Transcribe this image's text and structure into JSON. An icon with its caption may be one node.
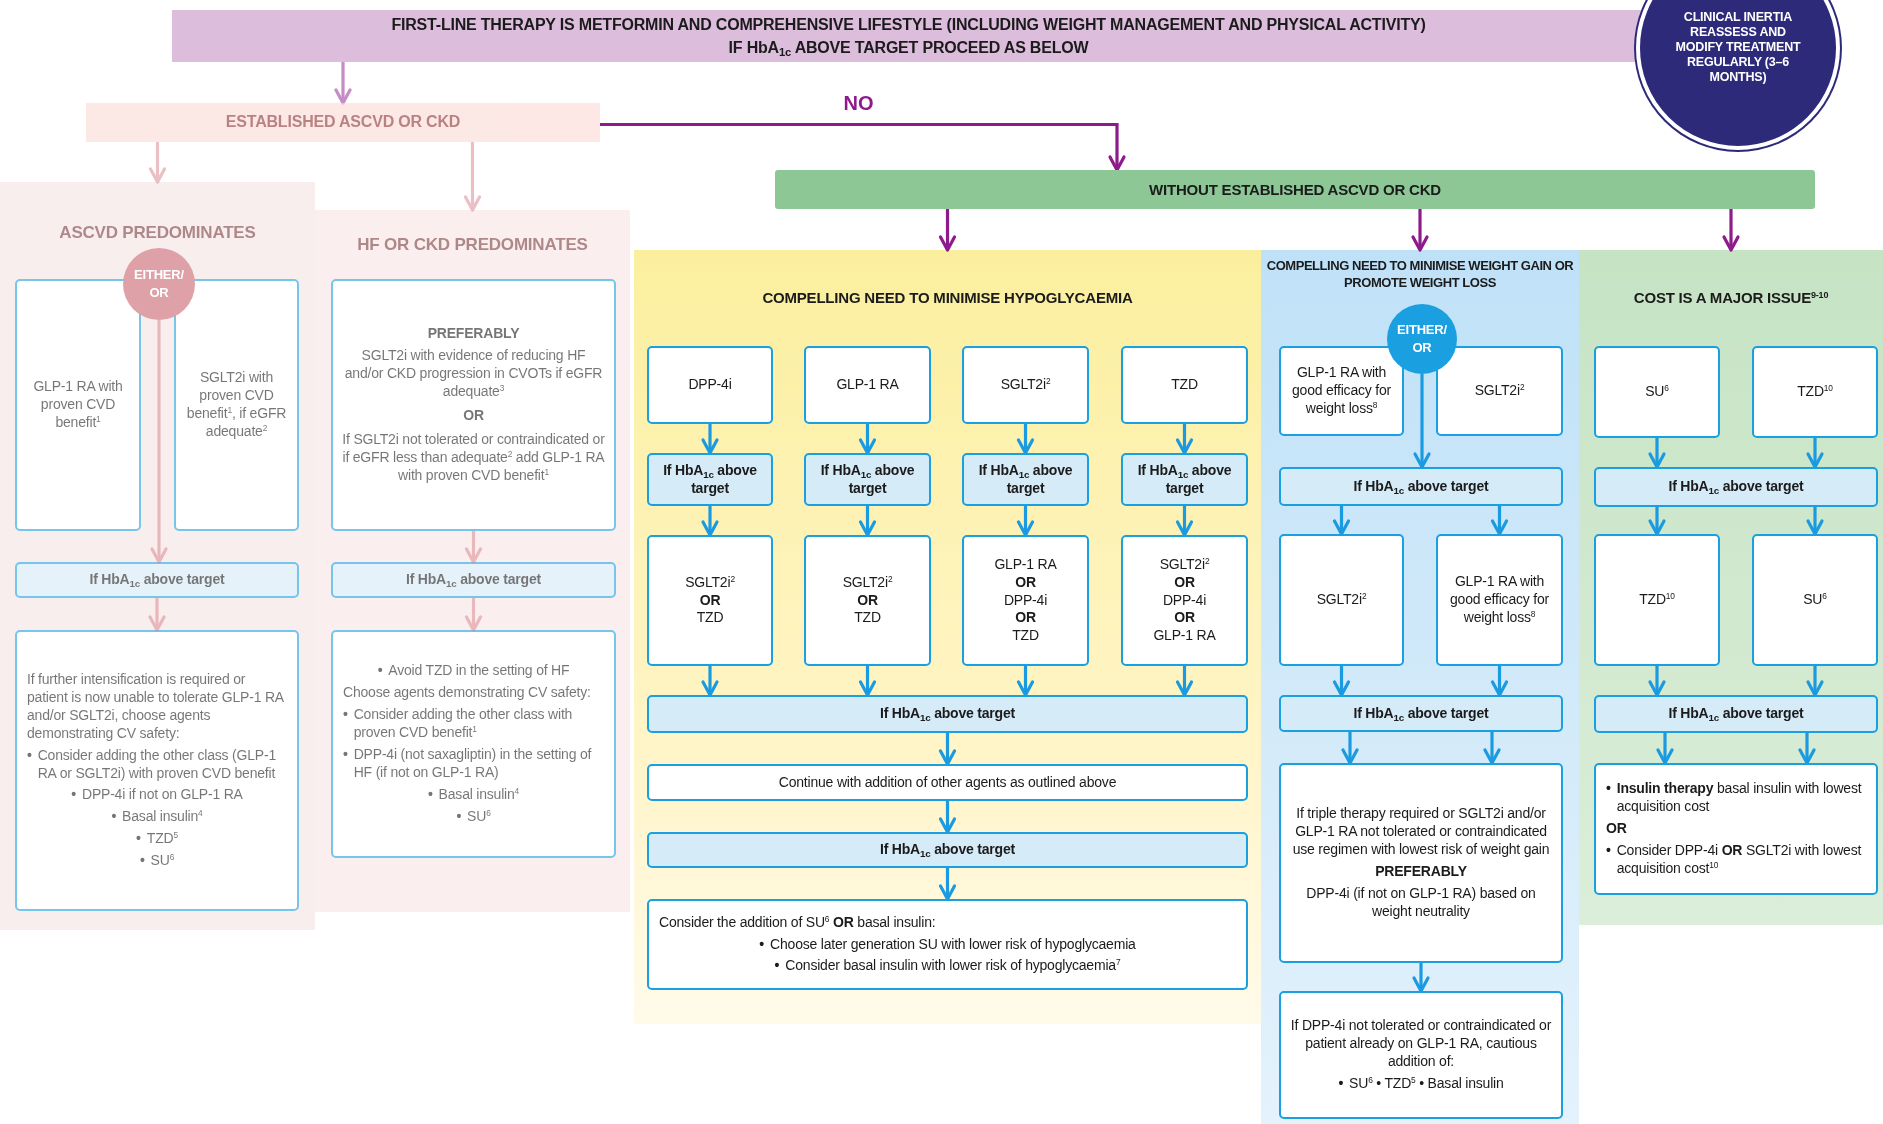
{
  "diagram": {
    "nodes": [
      {
        "text": [
          "FIRST-LINE THERAPY IS METFORMIN AND COMPREHENSIVE LIFESTYLE (INCLUDING WEIGHT MANAGEMENT AND PHYSICAL ACTIVITY)",
          "IF HbA$_{1c}$ ABOVE TARGET PROCEED AS BELOW"
        ]
      },
      {
        "text": [
          "CLINICAL INERTIA REASSESS AND MODIFY TREATMENT REGULARLY (3–6 MONTHS)"
        ]
      },
      {
        "text": [
          "ESTABLISHED ASCVD OR CKD"
        ]
      },
      {
        "text": [
          "ASCVD PREDOMINATES"
        ]
      },
      {
        "text": [
          "EITHER/ OR"
        ],
        "in": 3
      },
      {
        "text": [
          "GLP-1 RA with proven CVD benefit$^{1}$"
        ],
        "in": 3
      },
      {
        "text": [
          "SGLT2i with proven CVD benefit$^{1}$, if eGFR adequate$^{2}$"
        ],
        "in": 3
      },
      {
        "text": [
          "If HbA$_{1c}$ above target"
        ],
        "in": 3
      },
      {
        "text": [
          "If further intensification is required or patient is now unable to tolerate GLP-1 RA and/or SGLT2i, choose agents demonstrating CV safety:",
          "• Consider adding the other class (GLP-1 RA or SGLT2i) with proven CVD benefit",
          "• DPP-4i if not on GLP-1 RA",
          "• Basal insulin$^{4}$",
          "• TZD$^{5}$",
          "• SU$^{6}$"
        ],
        "in": 3
      },
      {
        "text": [
          "HF OR CKD PREDOMINATES"
        ]
      },
      {
        "text": [
          "PREFERABLY",
          "SGLT2i with evidence of reducing HF and/or CKD progression in CVOTs if eGFR adequate$^{3}$",
          "OR",
          "If SGLT2i not tolerated or contraindicated or if eGFR less than adequate$^{2}$ add GLP-1 RA with proven CVD benefit$^{1}$"
        ],
        "in": 9
      },
      {
        "text": [
          "If HbA$_{1c}$ above target"
        ],
        "in": 9
      },
      {
        "text": [
          "• Avoid TZD in the setting of HF",
          "Choose agents demonstrating CV safety:",
          "• Consider adding the other class with proven CVD benefit$^{1}$",
          "• DPP-4i (not saxagliptin) in the setting of HF (if not on GLP-1 RA)",
          "• Basal insulin$^{4}$",
          "• SU$^{6}$"
        ],
        "in": 9
      },
      {
        "text": [
          "WITHOUT ESTABLISHED ASCVD OR CKD"
        ]
      },
      {
        "text": [
          "COMPELLING NEED TO MINIMISE HYPOGLYCAEMIA"
        ]
      },
      {
        "text": [
          "DPP-4i"
        ],
        "in": 14
      },
      {
        "text": [
          "GLP-1 RA"
        ],
        "in": 14
      },
      {
        "text": [
          "SGLT2i$^{2}$"
        ],
        "in": 14
      },
      {
        "text": [
          "TZD"
        ],
        "in": 14
      },
      {
        "text": [
          "If HbA$_{1c}$ above target"
        ],
        "in": 14
      },
      {
        "text": [
          "If HbA$_{1c}$ above target"
        ],
        "in": 14
      },
      {
        "text": [
          "If HbA$_{1c}$ above target"
        ],
        "in": 14
      },
      {
        "text": [
          "If HbA$_{1c}$ above target"
        ],
        "in": 14
      },
      {
        "text": [
          "SGLT2i$^{2}$ **OR** TZD"
        ],
        "in": 14
      },
      {
        "text": [
          "SGLT2i$^{2}$ **OR** TZD"
        ],
        "in": 14
      },
      {
        "text": [
          "GLP-1 RA **OR** DPP-4i **OR** TZD"
        ],
        "in": 14
      },
      {
        "text": [
          "SGLT2i$^{2}$ **OR** DPP-4i **OR** GLP-1 RA"
        ],
        "in": 14
      },
      {
        "text": [
          "If HbA$_{1c}$ above target"
        ],
        "in": 14
      },
      {
        "text": [
          "Continue with addition of other agents as outlined above"
        ],
        "in": 14
      },
      {
        "text": [
          "If HbA$_{1c}$ above target"
        ],
        "in": 14
      },
      {
        "text": [
          "Consider the addition of SU$^{6}$ **OR** basal insulin:",
          "• Choose later generation SU with lower risk of hypoglycaemia",
          "• Consider basal insulin with lower risk of hypoglycaemia$^{7}$"
        ],
        "in": 14
      },
      {
        "text": [
          "COMPELLING NEED TO MINIMISE WEIGHT GAIN OR PROMOTE WEIGHT LOSS"
        ]
      },
      {
        "text": [
          "EITHER/ OR"
        ],
        "in": 31
      },
      {
        "text": [
          "GLP-1 RA with good efficacy for weight loss$^{8}$"
        ],
        "in": 31
      },
      {
        "text": [
          "SGLT2i$^{2}$"
        ],
        "in": 31
      },
      {
        "text": [
          "If HbA$_{1c}$ above target"
        ],
        "in": 31
      },
      {
        "text": [
          "SGLT2i$^{2}$"
        ],
        "in": 31
      },
      {
        "text": [
          "GLP-1 RA with good efficacy for weight loss$^{8}$"
        ],
        "in": 31
      },
      {
        "text": [
          "If HbA$_{1c}$ above target"
        ],
        "in": 31
      },
      {
        "text": [
          "If triple therapy required or SGLT2i and/or GLP-1 RA not tolerated or contraindicated use regimen with lowest risk of weight gain",
          "PREFERABLY",
          "DPP-4i (if not on GLP-1 RA) based on weight neutrality"
        ],
        "in": 31
      },
      {
        "text": [
          "If DPP-4i not tolerated or contraindicated or patient already on GLP-1 RA, cautious addition of:",
          "• SU$^{6}$ • TZD$^{5}$ • Basal insulin"
        ],
        "in": 31
      },
      {
        "text": [
          "COST IS A MAJOR ISSUE$^{9-10}$"
        ]
      },
      {
        "text": [
          "SU$^{6}$"
        ],
        "in": 41
      },
      {
        "text": [
          "TZD$^{10}$"
        ],
        "in": 41
      },
      {
        "text": [
          "If HbA$_{1c}$ above target"
        ],
        "in": 41
      },
      {
        "text": [
          "TZD$^{10}$"
        ],
        "in": 41
      },
      {
        "text": [
          "SU$^{6}$"
        ],
        "in": 41
      },
      {
        "text": [
          "If HbA$_{1c}$ above target"
        ],
        "in": 41
      },
      {
        "text": [
          "• **Insulin therapy** basal insulin with lowest acquisition cost",
          "OR",
          "• Consider DPP-4i **OR** SGLT2i with lowest acquisition cost$^{10}$"
        ],
        "in": 41
      }
    ],
    "edges": [
      {
        "from": 0,
        "to": 2,
        "arrow": "to",
        "color": "#8e1b8c"
      },
      {
        "from": 2,
        "to": 13,
        "arrow": "to",
        "label": "NO",
        "color": "#8e1b8c"
      },
      {
        "from": 2,
        "to": 3,
        "arrow": "to",
        "color": "#d9828c"
      },
      {
        "from": 2,
        "to": 9,
        "arrow": "to",
        "color": "#d9828c"
      },
      {
        "from": 4,
        "to": 7,
        "arrow": "to",
        "color": "#d9828c"
      },
      {
        "from": 7,
        "to": 8,
        "arrow": "to",
        "color": "#d9828c"
      },
      {
        "from": 10,
        "to": 11,
        "arrow": "to",
        "color": "#d9828c"
      },
      {
        "from": 11,
        "to": 12,
        "arrow": "to",
        "color": "#d9828c"
      },
      {
        "from": 13,
        "to": 14,
        "arrow": "to",
        "color": "#8e1b8c"
      },
      {
        "from": 13,
        "to": 31,
        "arrow": "to",
        "color": "#8e1b8c"
      },
      {
        "from": 13,
        "to": 41,
        "arrow": "to",
        "color": "#8e1b8c"
      },
      {
        "from": 15,
        "to": 19,
        "arrow": "to"
      },
      {
        "from": 16,
        "to": 20,
        "arrow": "to"
      },
      {
        "from": 17,
        "to": 21,
        "arrow": "to"
      },
      {
        "from": 18,
        "to": 22,
        "arrow": "to"
      },
      {
        "from": 19,
        "to": 23,
        "arrow": "to"
      },
      {
        "from": 20,
        "to": 24,
        "arrow": "to"
      },
      {
        "from": 21,
        "to": 25,
        "arrow": "to"
      },
      {
        "from": 22,
        "to": 26,
        "arrow": "to"
      },
      {
        "from": 23,
        "to": 27,
        "arrow": "to"
      },
      {
        "from": 24,
        "to": 27,
        "arrow": "to"
      },
      {
        "from": 25,
        "to": 27,
        "arrow": "to"
      },
      {
        "from": 26,
        "to": 27,
        "arrow": "to"
      },
      {
        "from": 27,
        "to": 28,
        "arrow": "to"
      },
      {
        "from": 28,
        "to": 29,
        "arrow": "to"
      },
      {
        "from": 29,
        "to": 30,
        "arrow": "to"
      },
      {
        "from": 32,
        "to": 35,
        "arrow": "to"
      },
      {
        "from": 35,
        "to": 36,
        "arrow": "to"
      },
      {
        "from": 35,
        "to": 37,
        "arrow": "to"
      },
      {
        "from": 36,
        "to": 38,
        "arrow": "to"
      },
      {
        "from": 37,
        "to": 38,
        "arrow": "to"
      },
      {
        "from": 38,
        "to": 39,
        "arrow": "to"
      },
      {
        "from": 38,
        "to": 39,
        "arrow": "to"
      },
      {
        "from": 39,
        "to": 40,
        "arrow": "to"
      },
      {
        "from": 42,
        "to": 44,
        "arrow": "to"
      },
      {
        "from": 43,
        "to": 44,
        "arrow": "to"
      },
      {
        "from": 44,
        "to": 45,
        "arrow": "to"
      },
      {
        "from": 44,
        "to": 46,
        "arrow": "to"
      },
      {
        "from": 45,
        "to": 47,
        "arrow": "to"
      },
      {
        "from": 46,
        "to": 47,
        "arrow": "to"
      },
      {
        "from": 47,
        "to": 48,
        "arrow": "to"
      },
      {
        "from": 47,
        "to": 48,
        "arrow": "to"
      }
    ]
  }
}
